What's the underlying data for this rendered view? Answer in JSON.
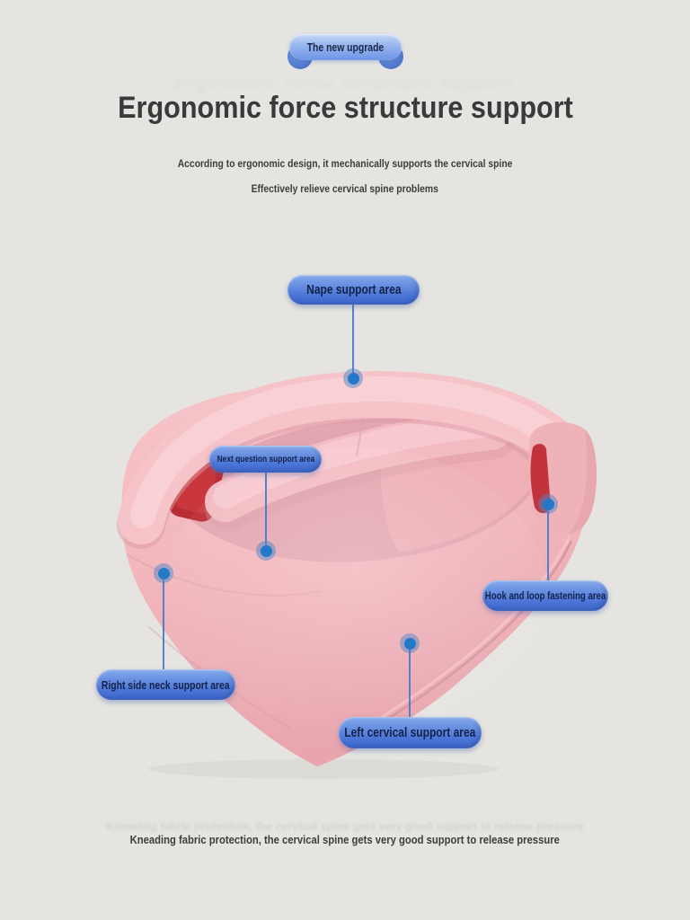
{
  "badge": {
    "label": "The new upgrade"
  },
  "header": {
    "title": "Ergonomic force structure support",
    "subtitle_line1": "According to ergonomic design, it mechanically supports the cervical spine",
    "subtitle_line2": "Effectively relieve cervical spine problems"
  },
  "callouts": {
    "nape": {
      "label": "Nape support area"
    },
    "next_question": {
      "label": "Next question support area"
    },
    "hook_loop": {
      "label": "Hook and loop fastening area"
    },
    "right_side": {
      "label": "Right side neck support area"
    },
    "left_cervical": {
      "label": "Left cervical support area"
    }
  },
  "footer": {
    "caption": "Kneading fabric protection, the cervical spine gets very good support to release pressure"
  },
  "colors": {
    "background": "#e5e4e0",
    "pill_blue_top": "#85aaec",
    "pill_blue_bottom": "#3f68cc",
    "pill_text": "#13224a",
    "leader_line": "#4d7cc9",
    "anchor_dot": "#2478c8",
    "collar_pink": "#f2b7bc",
    "collar_pink_light": "#f7cad0",
    "collar_pink_shadow": "#e3a6b0",
    "velcro_red": "#bb2c32",
    "title_text": "#3a3a3c"
  }
}
